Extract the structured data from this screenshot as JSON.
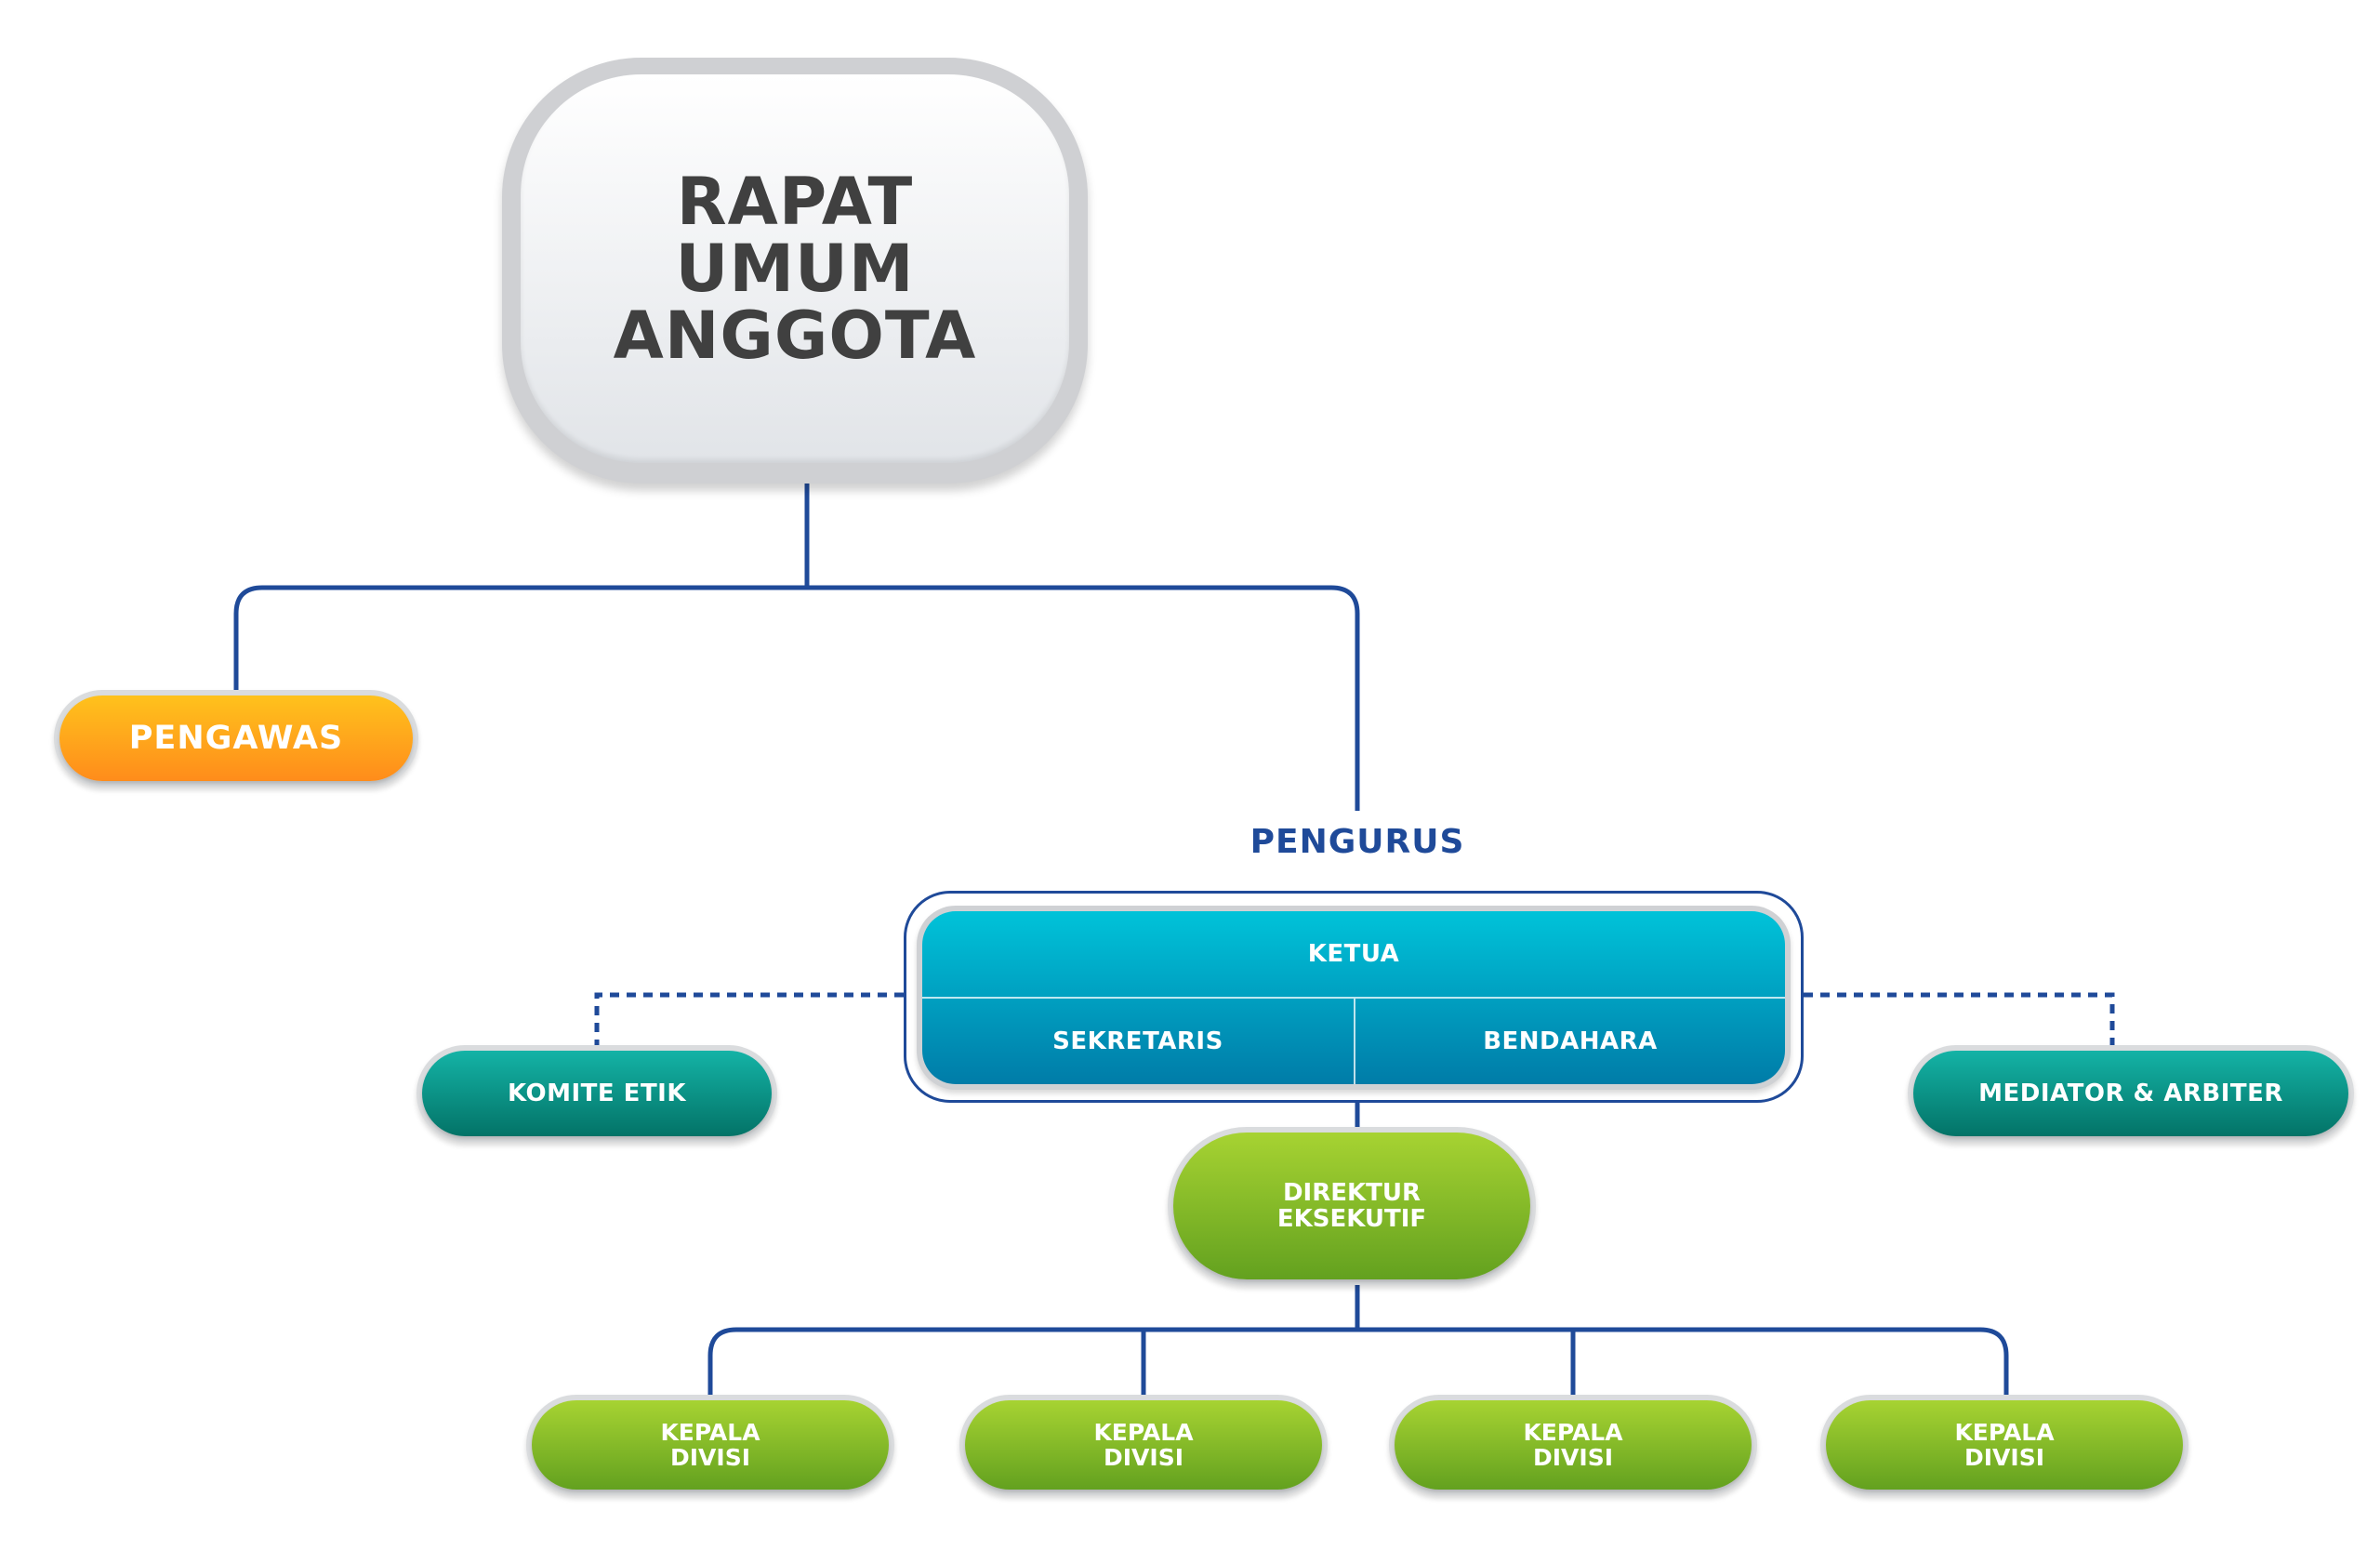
{
  "diagram": {
    "top_node": {
      "label": "RAPAT\nUMUM\nANGGOTA"
    },
    "pengawas": {
      "label": "PENGAWAS"
    },
    "pengurus": {
      "label": "PENGURUS",
      "ketua": "KETUA",
      "sekretaris": "SEKRETARIS",
      "bendahara": "BENDAHARA"
    },
    "komite_etik": {
      "label": "KOMITE ETIK"
    },
    "mediator_arbiter": {
      "label": "MEDIATOR & ARBITER"
    },
    "direktur_eksekutif": {
      "label": "DIREKTUR\nEKSEKUTIF"
    },
    "kepala_divisi": [
      {
        "label": "KEPALA\nDIVISI"
      },
      {
        "label": "KEPALA\nDIVISI"
      },
      {
        "label": "KEPALA\nDIVISI"
      },
      {
        "label": "KEPALA\nDIVISI"
      }
    ],
    "colors": {
      "line": "#1f4a99",
      "pengawas": "#ff9f1c",
      "pengurus": "#00a3c4",
      "teal": "#0d9488",
      "green": "#7cb82f",
      "top_text": "#404040"
    }
  }
}
